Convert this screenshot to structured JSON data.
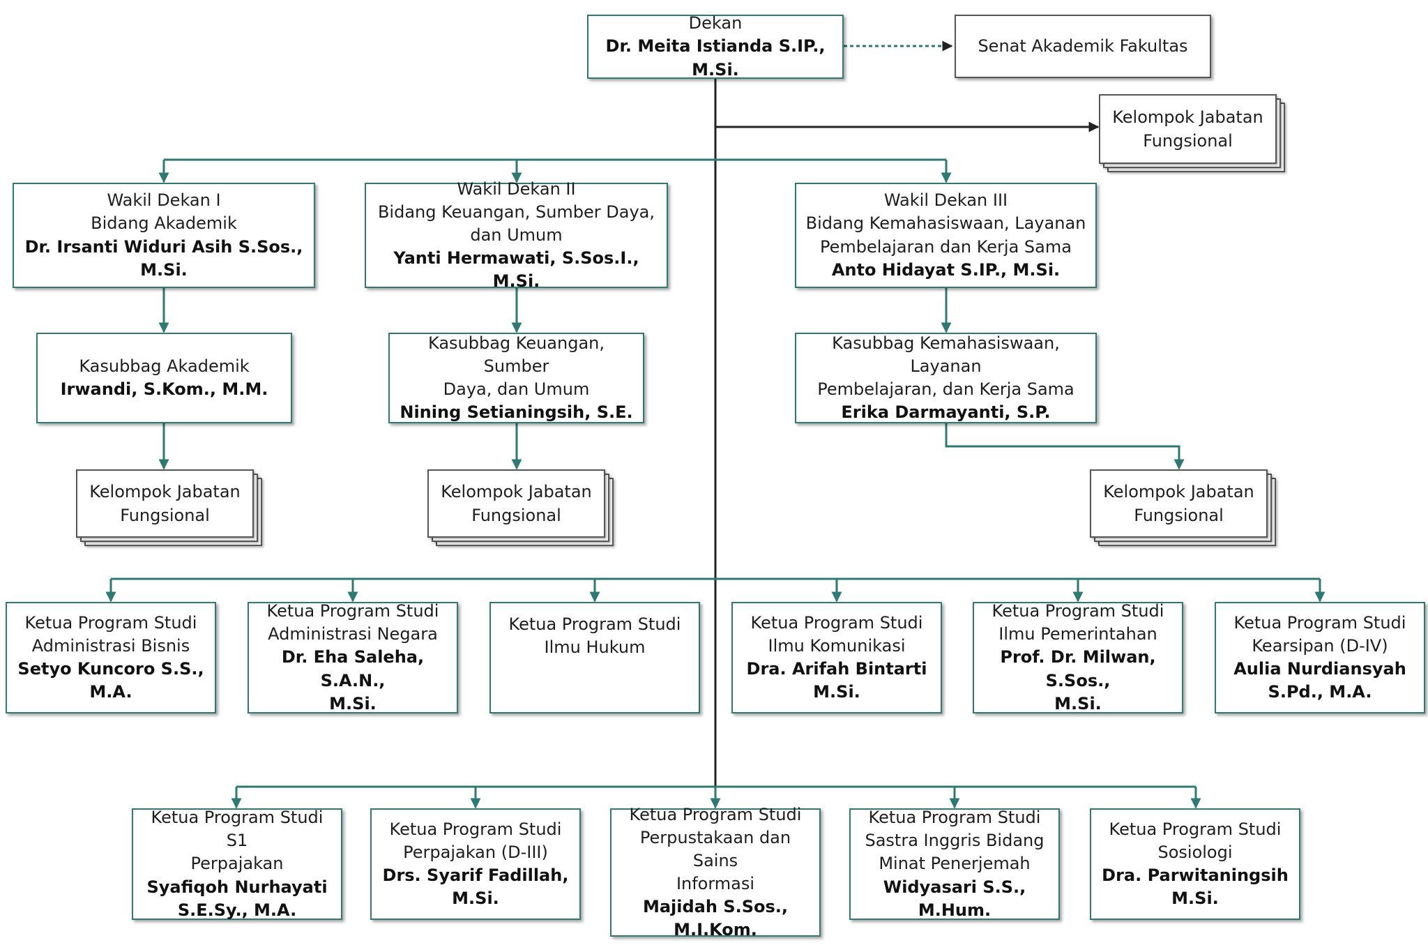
{
  "dean": {
    "title": "Dekan",
    "name": "Dr. Meita Istianda S.IP., M.Si."
  },
  "senate": {
    "label": "Senat Akademik Fakultas"
  },
  "functional_groups": {
    "top": [
      "Kelompok Jabatan",
      "Fungsional"
    ],
    "academic": [
      "Kelompok Jabatan",
      "Fungsional"
    ],
    "finance": [
      "Kelompok Jabatan",
      "Fungsional"
    ],
    "student": [
      "Kelompok Jabatan",
      "Fungsional"
    ]
  },
  "vice_deans": [
    {
      "title": [
        "Wakil Dekan I",
        "Bidang Akademik"
      ],
      "name": "Dr. Irsanti Widuri Asih S.Sos., M.Si."
    },
    {
      "title": [
        "Wakil Dekan II",
        "Bidang Keuangan, Sumber Daya,",
        "dan Umum"
      ],
      "name": "Yanti Hermawati, S.Sos.I., M.Si."
    },
    {
      "title": [
        "Wakil Dekan III",
        "Bidang Kemahasiswaan, Layanan",
        "Pembelajaran dan Kerja Sama"
      ],
      "name": "Anto Hidayat S.IP., M.Si."
    }
  ],
  "subsections": [
    {
      "title": [
        "Kasubbag Akademik"
      ],
      "name": "Irwandi, S.Kom., M.M."
    },
    {
      "title": [
        "Kasubbag Keuangan, Sumber",
        "Daya, dan Umum"
      ],
      "name": "Nining Setianingsih, S.E."
    },
    {
      "title": [
        "Kasubbag Kemahasiswaan, Layanan",
        "Pembelajaran, dan Kerja Sama"
      ],
      "name": "Erika Darmayanti, S.P."
    }
  ],
  "programs_row1": [
    {
      "title": [
        "Ketua Program Studi",
        "Administrasi Bisnis"
      ],
      "name": [
        "Setyo Kuncoro S.S.,",
        "M.A."
      ]
    },
    {
      "title": [
        "Ketua Program Studi",
        "Administrasi Negara"
      ],
      "name": [
        "Dr. Eha Saleha, S.A.N.,",
        "M.Si."
      ]
    },
    {
      "title": [
        "Ketua Program Studi",
        "Ilmu Hukum"
      ],
      "name": []
    },
    {
      "title": [
        "Ketua Program Studi",
        "Ilmu Komunikasi"
      ],
      "name": [
        "Dra. Arifah Bintarti",
        "M.Si."
      ]
    },
    {
      "title": [
        "Ketua Program Studi",
        "Ilmu Pemerintahan"
      ],
      "name": [
        "Prof. Dr. Milwan, S.Sos.,",
        "M.Si."
      ]
    },
    {
      "title": [
        "Ketua Program Studi",
        "Kearsipan (D-IV)"
      ],
      "name": [
        "Aulia Nurdiansyah",
        "S.Pd., M.A."
      ]
    }
  ],
  "programs_row2": [
    {
      "title": [
        "Ketua Program Studi S1",
        "Perpajakan"
      ],
      "name": [
        "Syafiqoh Nurhayati",
        "S.E.Sy., M.A."
      ]
    },
    {
      "title": [
        "Ketua Program Studi",
        "Perpajakan (D-III)"
      ],
      "name": [
        "Drs. Syarif Fadillah, M.Si."
      ]
    },
    {
      "title": [
        "Ketua Program Studi",
        "Perpustakaan dan Sains",
        "Informasi"
      ],
      "name": [
        "Majidah S.Sos.,",
        "M.I.Kom."
      ]
    },
    {
      "title": [
        "Ketua Program Studi",
        "Sastra Inggris Bidang",
        "Minat Penerjemah"
      ],
      "name": [
        "Widyasari S.S., M.Hum."
      ]
    },
    {
      "title": [
        "Ketua Program Studi",
        "Sosiologi"
      ],
      "name": [
        "Dra. Parwitaningsih",
        "M.Si."
      ]
    }
  ]
}
